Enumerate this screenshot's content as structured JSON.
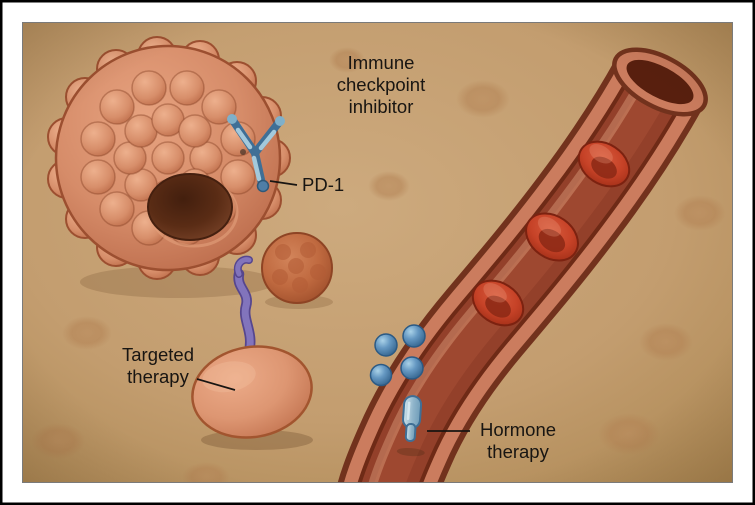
{
  "illustration": {
    "background_color": "#c4a071",
    "frame": {
      "outer_border": "#000000",
      "matte": "#ffffff",
      "inner_border": "#7a7a7a"
    },
    "labels": {
      "immune_checkpoint_inhibitor": {
        "line1": "Immune",
        "line2": "checkpoint",
        "line3": "inhibitor"
      },
      "pd1": "PD-1",
      "targeted_therapy": {
        "line1": "Targeted",
        "line2": "therapy"
      },
      "hormone_therapy": {
        "line1": "Hormone",
        "line2": "therapy"
      }
    },
    "colors": {
      "vessel_wall": "#cb7c5e",
      "vessel_lumen": "#93402a",
      "red_blood_cell": "#c64227",
      "tumor_cell": "#d68c69",
      "tumor_crater": "#5a2c15",
      "antibody_blue": "#3f6f96",
      "receptor_purple": "#8274bc",
      "hormone_molecule_blue": "#6598c2",
      "hormone_drug_blue": "#8fb4ca",
      "label_text": "#181512"
    },
    "elements": [
      "tumor-cell",
      "antibody",
      "pd1-receptor",
      "blood-vessel",
      "red-blood-cells",
      "small-tumor-cell",
      "target-cell",
      "cell-surface-receptor",
      "hormone-molecules",
      "hormone-drug",
      "background-cells"
    ]
  }
}
